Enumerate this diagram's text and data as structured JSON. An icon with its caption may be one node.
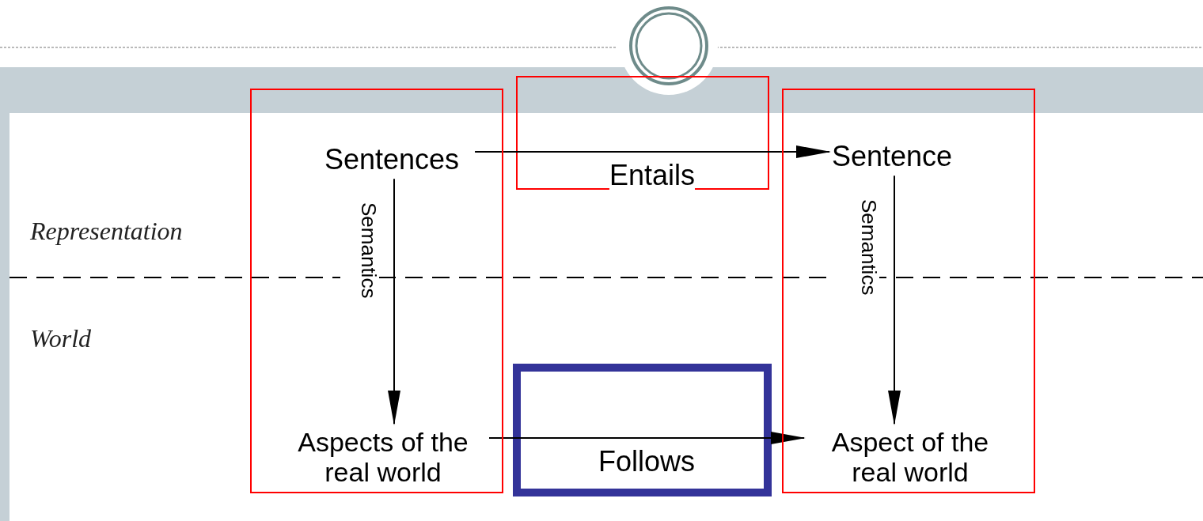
{
  "diagram": {
    "nodes": [
      {
        "text": [],
        "shape": "box"
      },
      {
        "text": [
          "Sentences"
        ],
        "in": 0
      },
      {
        "text": [
          "Aspects of the real world"
        ],
        "in": 0
      },
      {
        "text": [],
        "shape": "box"
      },
      {
        "text": [
          "Sentence"
        ],
        "in": 3
      },
      {
        "text": [
          "Aspect of the real world"
        ],
        "in": 3
      }
    ],
    "edges": [
      {
        "from": 1,
        "to": 4,
        "arrow": "to",
        "label": "Entails"
      },
      {
        "from": 1,
        "to": 2,
        "arrow": "to",
        "label": "Semantics"
      },
      {
        "from": 4,
        "to": 5,
        "arrow": "to",
        "label": "Semantics"
      },
      {
        "from": 2,
        "to": 5,
        "arrow": "to",
        "label": "Follows"
      }
    ],
    "labels": [
      "Representation",
      "World"
    ]
  }
}
